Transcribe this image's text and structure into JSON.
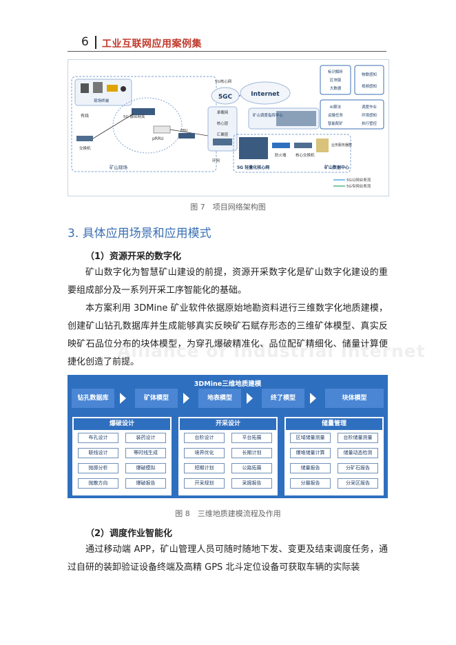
{
  "header": {
    "page_number": "6",
    "title": "工业互联网应用案例集"
  },
  "figure7": {
    "caption": "图 7　项目网络架构图",
    "labels": {
      "core_net": "5G核心网",
      "fivegc": "5GC",
      "internet": "Internet",
      "bearer": "承载网",
      "core_layer": "核心层",
      "aggregation": "汇聚层",
      "ring": "环网",
      "site": "现场终端",
      "wired": "有线",
      "switch": "交换机",
      "gateway": "5G 融合网关",
      "prru": "pRRU",
      "bbu": "BBU",
      "mine_site": "矿山现场",
      "command_center": "矿山调度指挥中心",
      "firewall": "防火墙",
      "core_switch": "核心交换机",
      "biz_server": "业务服务器群",
      "light_core": "5G 轻量化核心网",
      "data_center": "矿山数据中心",
      "legend_public": "5G公网业务流",
      "legend_private": "5G专网业务流"
    },
    "services_top": [
      "标识解析",
      "区块链",
      "大数据"
    ],
    "services_top_right": [
      "物联感知",
      "视频感知"
    ],
    "services_bottom": [
      "AI算法",
      "运输任务",
      "智能配矿"
    ],
    "services_bottom_right": [
      "调度作业",
      "环境感知",
      "执行管控"
    ]
  },
  "section": {
    "heading": "3. 具体应用场景和应用模式",
    "sub1": "（1）资源开采的数字化",
    "para1": "矿山数字化为智慧矿山建设的前提，资源开采数字化是矿山数字化建设的重要组成部分及一系列开采工序智能化的基础。",
    "para2": "本方案利用 3DMine 矿业软件依据原始地勘资料进行三维数字化地质建模，创建矿山钻孔数据库并生成能够真实反映矿石赋存形态的三维矿体模型、真实反映矿石品位分布的块体模型，为穿孔爆破精准化、品位配矿精细化、储量计算便捷化创造了前提。",
    "watermark": "Alliance of Industrial Internet"
  },
  "figure8": {
    "title": "3DMine三维地质建模",
    "flow": [
      "钻孔数据库",
      "矿体模型",
      "地表模型",
      "终了模型",
      "块体模型"
    ],
    "panels": [
      {
        "title": "爆破设计",
        "items": [
          "布孔设计",
          "装药设计",
          "联线设计",
          "等时线生成",
          "抛掷分析",
          "爆破模拟",
          "抛散方向",
          "爆破报告"
        ]
      },
      {
        "title": "开采设计",
        "items": [
          "台阶设计",
          "平台拓展",
          "境界优化",
          "长期计划",
          "短期计划",
          "公路拓展",
          "开采规划",
          "采掘报告"
        ]
      },
      {
        "title": "储量管理",
        "items": [
          "区域储量测量",
          "台阶储量测量",
          "爆堆储量计算",
          "储量动态检测",
          "储量报告",
          "分矿石报告",
          "分層报告",
          "分采区报告"
        ]
      }
    ],
    "caption": "图 8　三维地质建模流程及作用"
  },
  "section2": {
    "sub2": "（2）调度作业智能化",
    "para3": "通过移动端 APP，矿山管理人员可随时随地下发、变更及结束调度任务，通过自研的装卸验证设备终端及高精 GPS 北斗定位设备可获取车辆的实际装"
  }
}
